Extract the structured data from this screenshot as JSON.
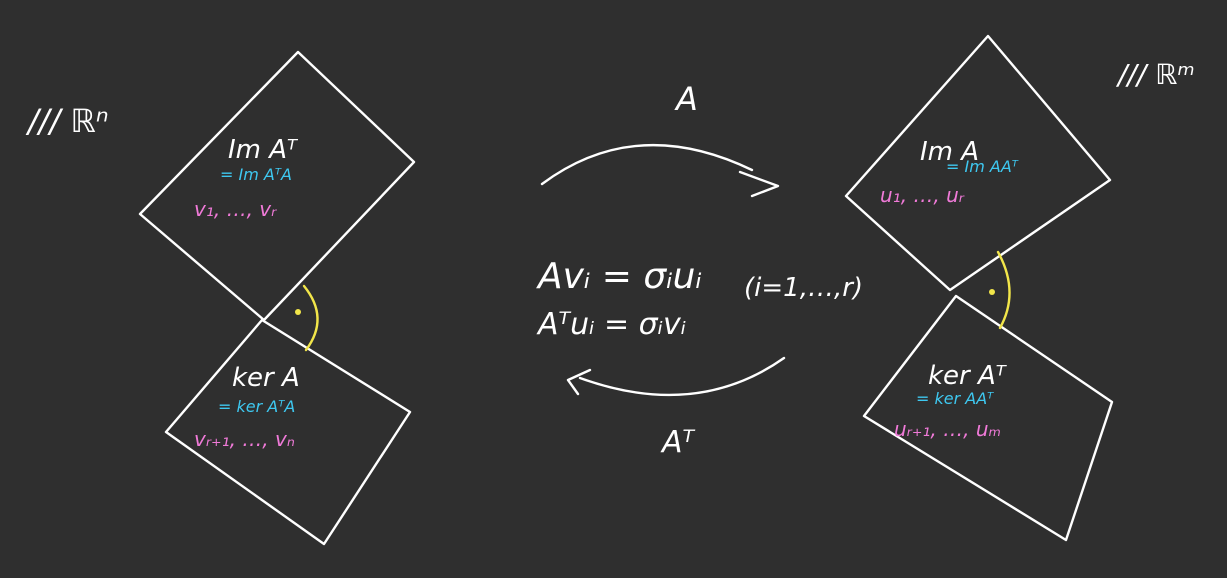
{
  "colors": {
    "background": "#2f2f2f",
    "ink": "#ffffff",
    "image_label": "#3ec8f0",
    "basis": "#f07ad8",
    "right_angle": "#f2e64a"
  },
  "left": {
    "space": "/// ℝⁿ",
    "top": {
      "title": "Im Aᵀ",
      "equiv": "= Im AᵀA",
      "basis": "v₁, …, vᵣ"
    },
    "bottom": {
      "title": "ker A",
      "equiv": "= ker AᵀA",
      "basis": "vᵣ₊₁, …, vₙ"
    }
  },
  "right": {
    "space": "/// ℝᵐ",
    "top": {
      "title": "Im A",
      "equiv": "= Im AAᵀ",
      "basis": "u₁, …, uᵣ"
    },
    "bottom": {
      "title": "ker Aᵀ",
      "equiv": "= ker AAᵀ",
      "basis": "uᵣ₊₁, …, uₘ"
    }
  },
  "center": {
    "map_forward": "A",
    "map_backward": "Aᵀ",
    "eq1": "Avᵢ = σᵢuᵢ",
    "eq2": "Aᵀuᵢ = σᵢvᵢ",
    "range": "(i=1,…,r)"
  }
}
